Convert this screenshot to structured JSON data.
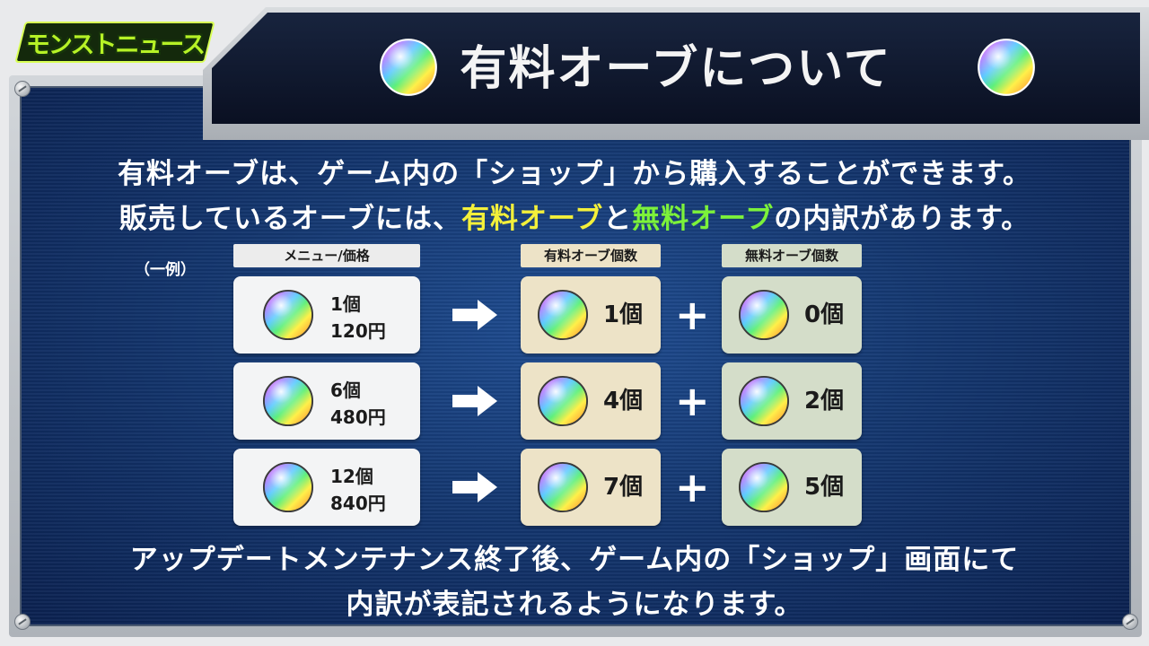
{
  "logo": {
    "text": "モンストニュース"
  },
  "title": "有料オーブについて",
  "intro": {
    "line1": "有料オーブは、ゲーム内の「ショップ」から購入することができます。",
    "line2_part1": "販売しているオーブには、",
    "line2_paid": "有料オーブ",
    "line2_part2": "と",
    "line2_free": "無料オーブ",
    "line2_part3": "の内訳があります。"
  },
  "table": {
    "example_label": "（一例）",
    "headers": {
      "menu": "メニュー/価格",
      "paid": "有料オーブ個数",
      "free": "無料オーブ個数"
    },
    "rows": [
      {
        "quantity": "1個",
        "price": "120円",
        "paid": "1個",
        "free": "0個"
      },
      {
        "quantity": "6個",
        "price": "480円",
        "paid": "4個",
        "free": "2個"
      },
      {
        "quantity": "12個",
        "price": "840円",
        "paid": "7個",
        "free": "5個"
      }
    ]
  },
  "footer": {
    "line1": "アップデートメンテナンス終了後、ゲーム内の「ショップ」画面にて",
    "line2": "内訳が表記されるようになります。"
  },
  "icons": {
    "orb": "rainbow-orb-icon",
    "arrow": "right-arrow-icon",
    "plus": "plus-icon"
  },
  "colors": {
    "paid_highlight": "#f4f03a",
    "free_highlight": "#7cf23a",
    "panel": "#143770"
  }
}
